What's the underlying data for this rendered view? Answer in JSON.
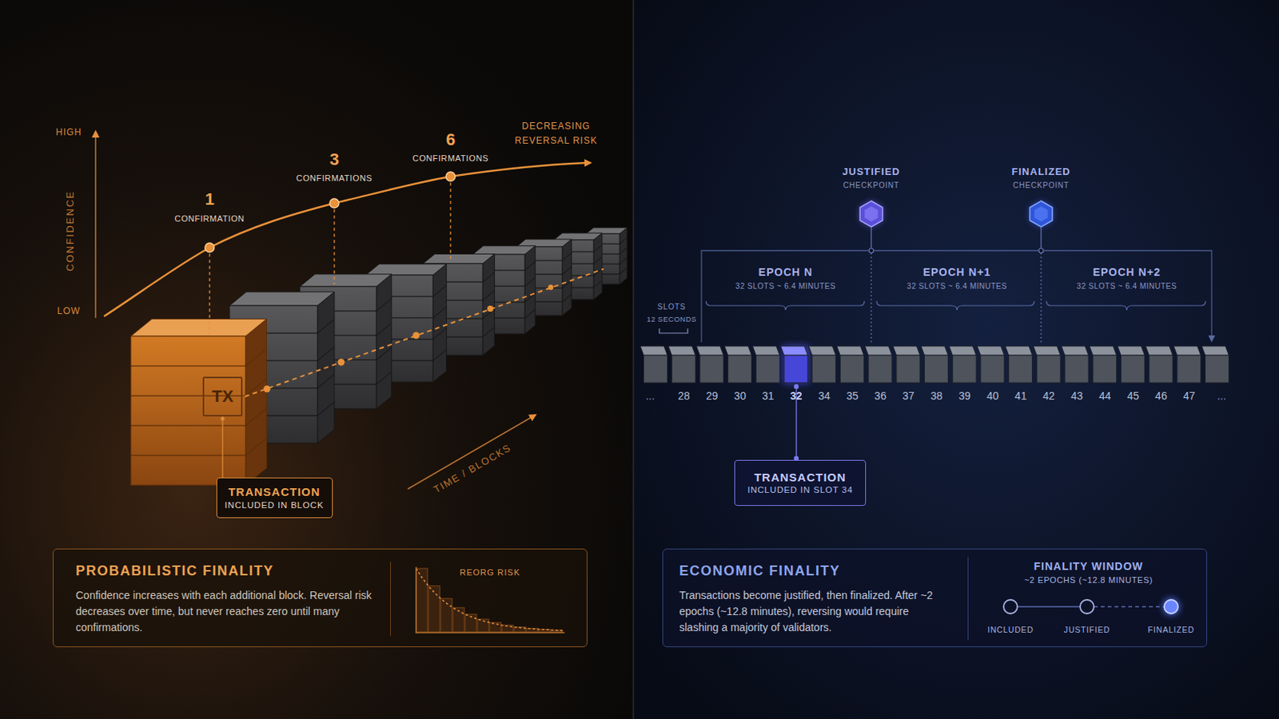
{
  "diagram": {
    "nodes": [
      {
        "text": [
          "TX"
        ]
      },
      {
        "text": [
          "TRANSACTION",
          "INCLUDED IN BLOCK"
        ]
      },
      {
        "text": [
          "PROBABILISTIC FINALITY",
          "Confidence increases with each additional block. Reversal risk decreases over time, but never reaches zero until many confirmations."
        ]
      },
      {
        "text": [
          "REORG RISK"
        ],
        "in": 2
      },
      {
        "text": [
          "TRANSACTION",
          "INCLUDED IN SLOT 34"
        ]
      },
      {
        "text": [
          "ECONOMIC FINALITY",
          "Transactions become justified, then finalized. After ~2 epochs (~12.8 minutes), reversing would require slashing a majority of validators."
        ]
      },
      {
        "text": [
          "FINALITY WINDOW",
          "~2 EPOCHS (~12.8 MINUTES)"
        ],
        "in": 5
      }
    ],
    "edges": [
      {
        "from": 0,
        "to": 1,
        "arrow": "none"
      }
    ],
    "labels": [
      "HIGH",
      "LOW",
      "CONFIDENCE",
      "1",
      "CONFIRMATION",
      "3",
      "CONFIRMATIONS",
      "6",
      "CONFIRMATIONS",
      "DECREASING REVERSAL RISK",
      "TIME / BLOCKS",
      "JUSTIFIED",
      "CHECKPOINT",
      "FINALIZED",
      "CHECKPOINT",
      "EPOCH N",
      "32 SLOTS ~ 6.4 MINUTES",
      "EPOCH N+1",
      "32 SLOTS ~ 6.4 MINUTES",
      "EPOCH N+2",
      "32 SLOTS ~ 6.4 MINUTES",
      "SLOTS",
      "12 SECONDS",
      "...",
      "28",
      "29",
      "30",
      "31",
      "32",
      "34",
      "35",
      "36",
      "37",
      "38",
      "39",
      "40",
      "41",
      "42",
      "43",
      "44",
      "45",
      "46",
      "47",
      "...",
      "INCLUDED",
      "JUSTIFIED",
      "FINALIZED"
    ]
  }
}
